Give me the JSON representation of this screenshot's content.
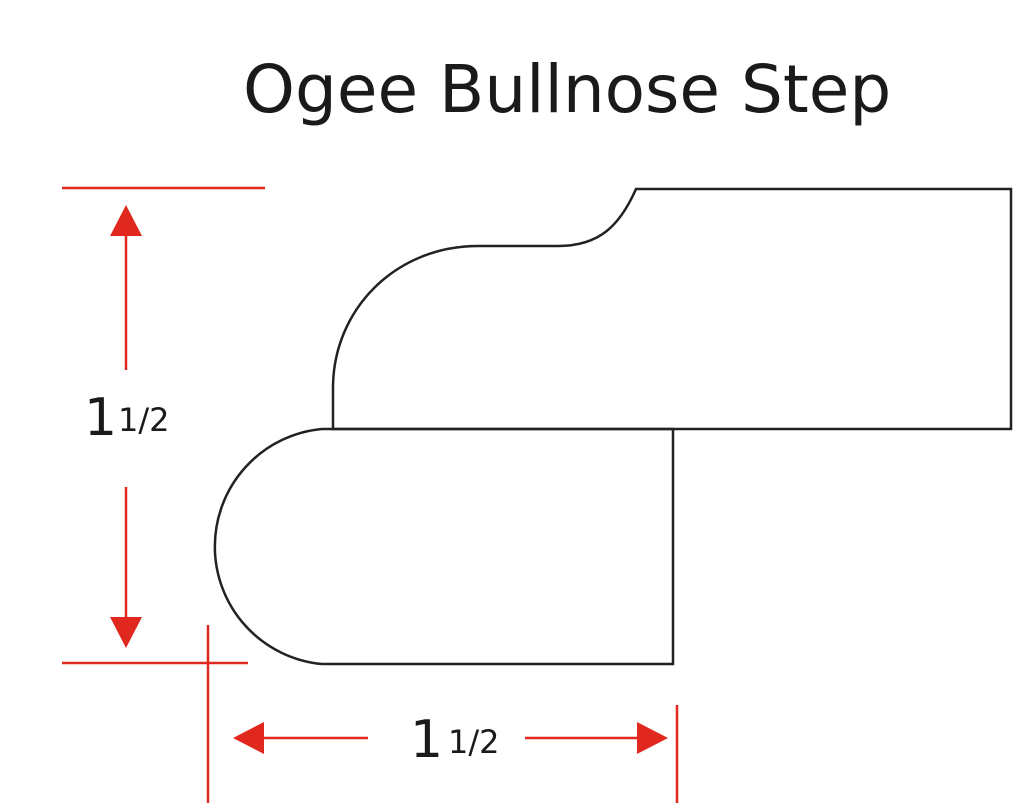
{
  "title": "Ogee Bullnose Step",
  "vertical_dimension": {
    "whole": "1",
    "fraction": "1/2"
  },
  "horizontal_dimension": {
    "whole": "1",
    "fraction": "1/2"
  },
  "colors": {
    "outline": "#222222",
    "dimension_lines": "#e0281e",
    "text": "#1a1a1a",
    "background": "#ffffff"
  }
}
